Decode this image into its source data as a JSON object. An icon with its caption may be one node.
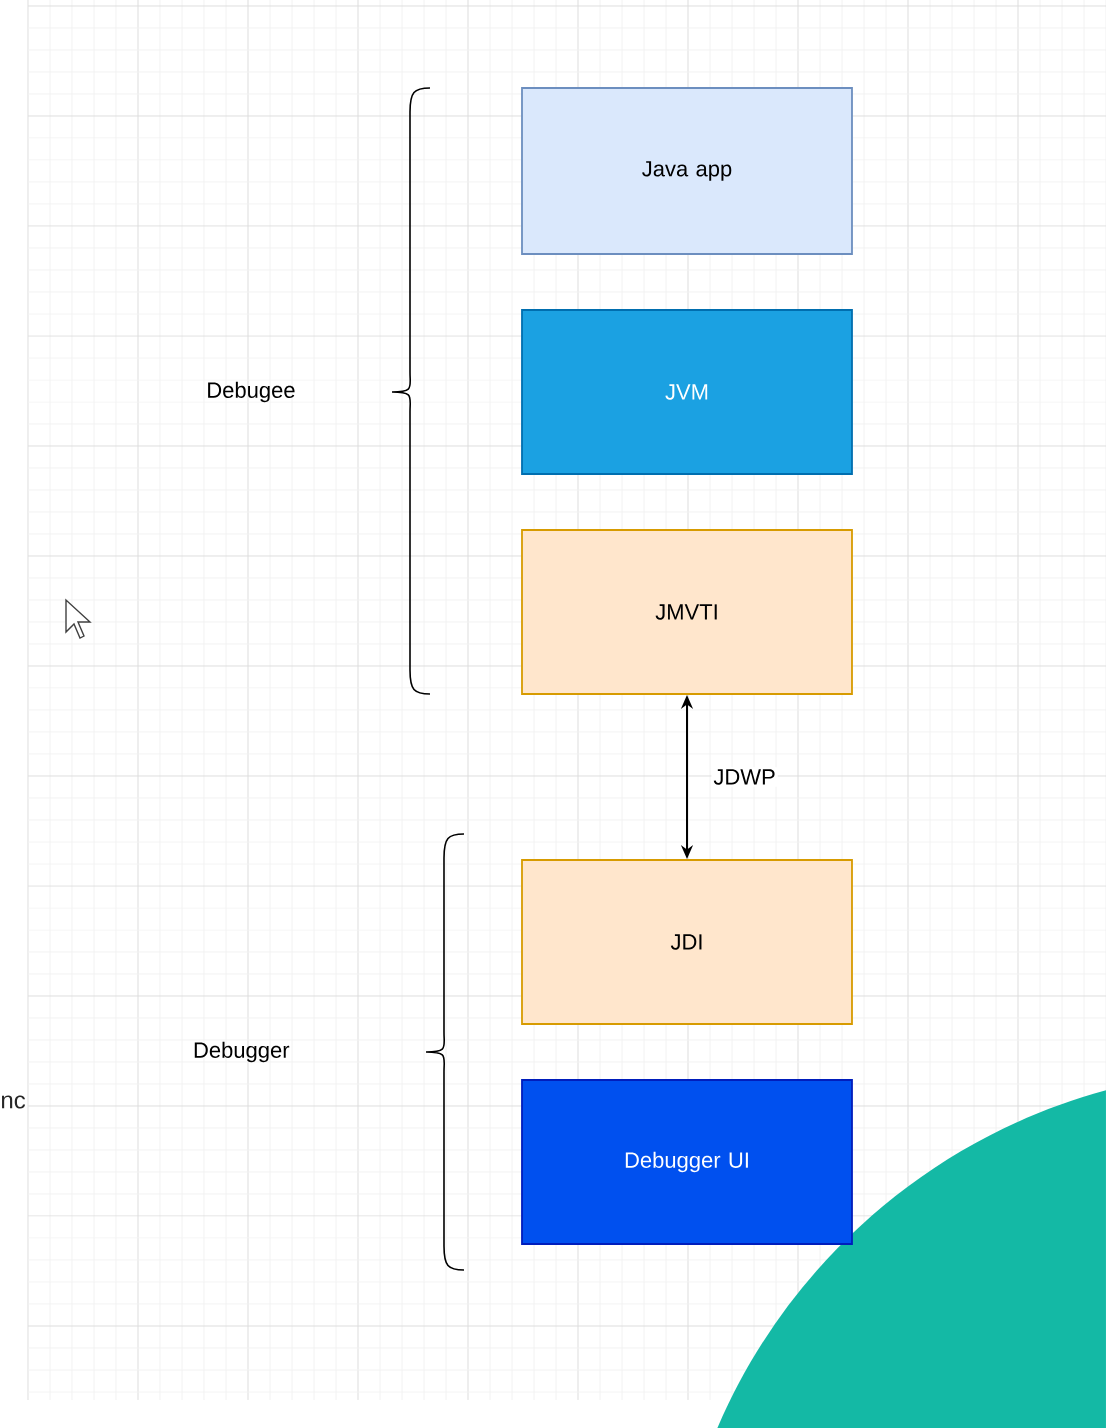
{
  "diagram": {
    "nodes": [
      {
        "text": [
          "Java app"
        ]
      },
      {
        "text": [
          "JVM"
        ]
      },
      {
        "text": [
          "JMVTI"
        ]
      },
      {
        "text": [
          "JDI"
        ]
      },
      {
        "text": [
          "Debugger UI"
        ]
      }
    ],
    "edges": [
      {
        "from": 2,
        "to": 3,
        "arrow": "both",
        "label": "JDWP"
      }
    ],
    "labels": [
      "Debugee",
      "Debugger",
      "nc"
    ]
  }
}
